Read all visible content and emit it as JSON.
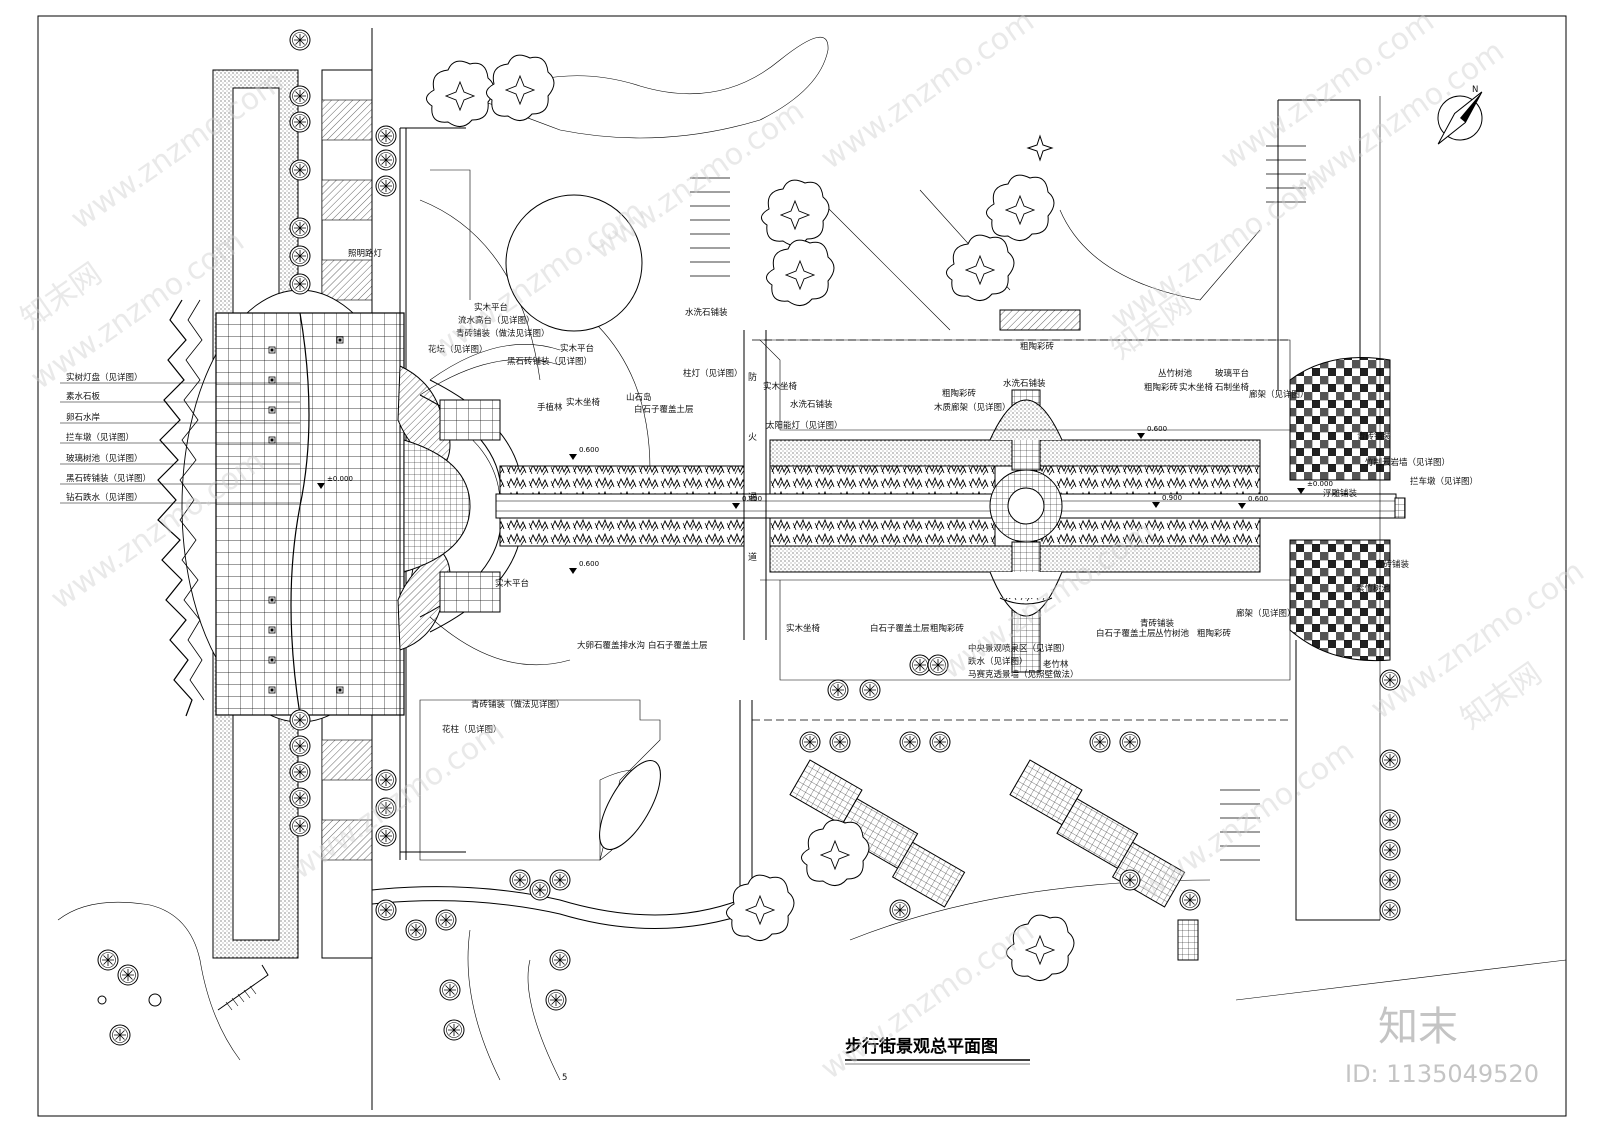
{
  "drawing": {
    "title": "步行街景观总平面图",
    "sheet_number": "5",
    "left_labels": [
      "实树灯盘（见详图）",
      "素水石板",
      "卵石水岸",
      "拦车墩（见详图）",
      "玻璃树池（见详图）",
      "黑石砖铺装（见详图）",
      "钻石跌水（见详图）"
    ],
    "top_labels": [
      "实木平台",
      "流水高台（见详图）",
      "青砖铺装（做法见详图）",
      "花坛（见详图）",
      "黑石砖铺装（见详图）",
      "实木平台",
      "水洗石铺装",
      "柱灯（见详图）",
      "白石子覆盖土层",
      "山石岛",
      "实木坐椅",
      "手植林",
      "照明路灯"
    ],
    "mid_labels": [
      "实木坐椅",
      "水洗石铺装",
      "太阳能灯（见详图）",
      "木质廊架（见详图）",
      "粗陶彩砖",
      "水洗石铺装",
      "粗陶彩砖",
      "丛竹树池",
      "粗陶彩砖",
      "实木坐椅",
      "石制坐椅",
      "玻璃平台",
      "廊架（见详图）",
      "青砖铺装",
      "竹制云岩墙（见详图）",
      "拦车墩（见详图）",
      "浮雕铺装"
    ],
    "bottom_labels": [
      "实木平台",
      "大卵石覆盖排水沟",
      "白石子覆盖土层",
      "青砖铺装（做法见详图）",
      "花柱（见详图）",
      "实木坐椅",
      "白石子覆盖土层",
      "粗陶彩砖",
      "中央景观喷泉区（见详图）",
      "跌水（见详图）",
      "马赛克透景墙（见照壁做法）",
      "老竹林",
      "白石子覆盖土层",
      "青砖铺装",
      "丛竹树池",
      "粗陶彩砖",
      "廊架（见详图）",
      "青砖铺装",
      "素竹树池"
    ],
    "road_label": "防火通道",
    "elevations": [
      "±0.000",
      "0.600",
      "0.900",
      "0.600",
      "0.600",
      "0.900",
      "0.600",
      "±0.000"
    ],
    "north_label": "N"
  },
  "watermark": {
    "site": "www.znzmo.com",
    "site_cn": "知末网",
    "brand": "知末",
    "id_text": "ID: 1135049520"
  },
  "colors": {
    "line": "#000000",
    "paper": "#ffffff",
    "watermark": "#c4c4c4"
  }
}
